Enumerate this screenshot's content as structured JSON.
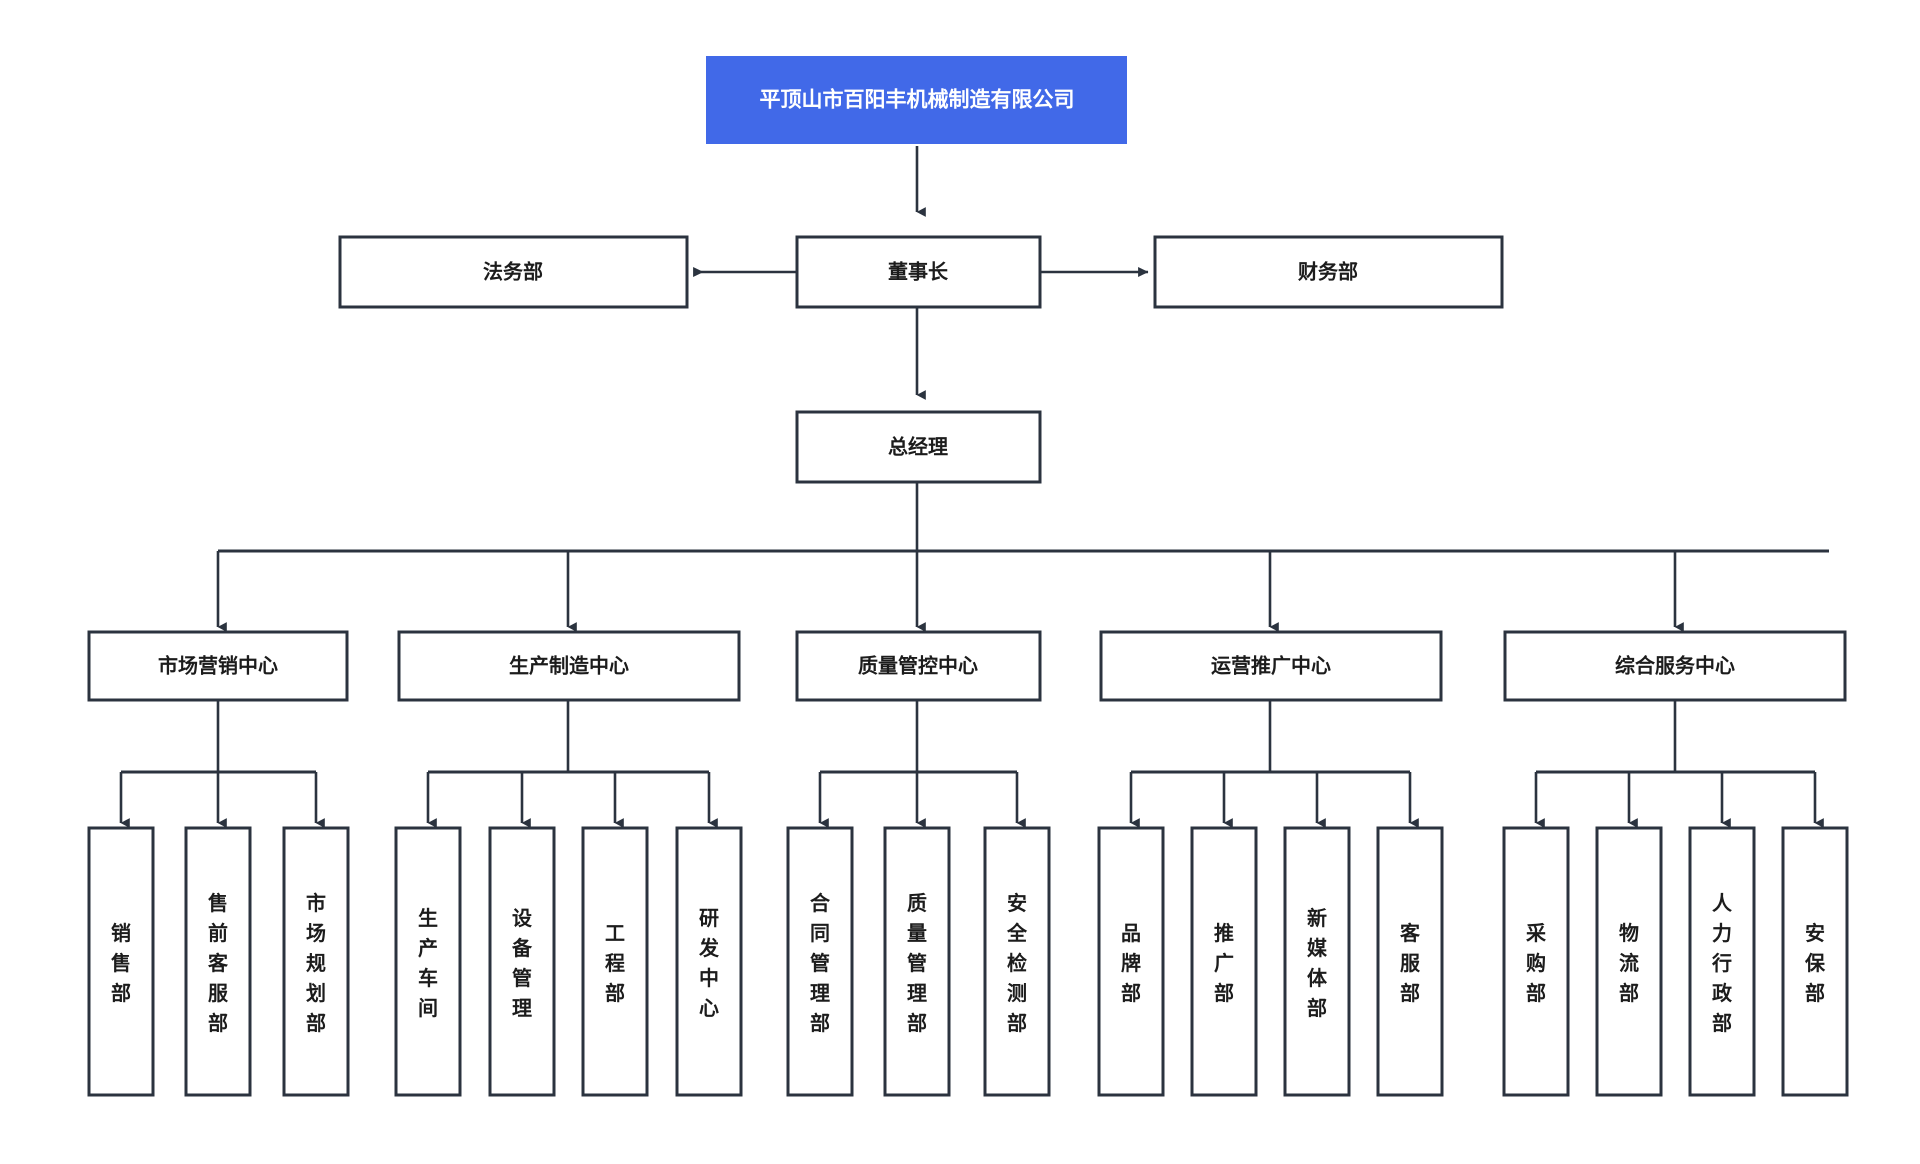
{
  "diagram": {
    "title": "平顶山市百阳丰机械制造有限公司",
    "type": "organizational-chart",
    "accent_color": "#4169e8",
    "line_color": "#2b333f",
    "box_fill": "#ffffff",
    "background": "#ffffff"
  },
  "root": {
    "label": "平顶山市百阳丰机械制造有限公司"
  },
  "level2": {
    "left": {
      "label": "法务部"
    },
    "center": {
      "label": "董事长"
    },
    "right": {
      "label": "财务部"
    }
  },
  "level3": {
    "center": {
      "label": "总经理"
    }
  },
  "centers": [
    {
      "label": "市场营销中心",
      "children": [
        {
          "label": "销售部"
        },
        {
          "label": "售前客服部"
        },
        {
          "label": "市场规划部"
        }
      ]
    },
    {
      "label": "生产制造中心",
      "children": [
        {
          "label": "生产车间"
        },
        {
          "label": "设备管理"
        },
        {
          "label": "工程部"
        },
        {
          "label": "研发中心"
        }
      ]
    },
    {
      "label": "质量管控中心",
      "children": [
        {
          "label": "合同管理部"
        },
        {
          "label": "质量管理部"
        },
        {
          "label": "安全检测部"
        }
      ]
    },
    {
      "label": "运营推广中心",
      "children": [
        {
          "label": "品牌部"
        },
        {
          "label": "推广部"
        },
        {
          "label": "新媒体部"
        },
        {
          "label": "客服部"
        }
      ]
    },
    {
      "label": "综合服务中心",
      "children": [
        {
          "label": "采购部"
        },
        {
          "label": "物流部"
        },
        {
          "label": "人力行政部"
        },
        {
          "label": "安保部"
        }
      ]
    }
  ]
}
